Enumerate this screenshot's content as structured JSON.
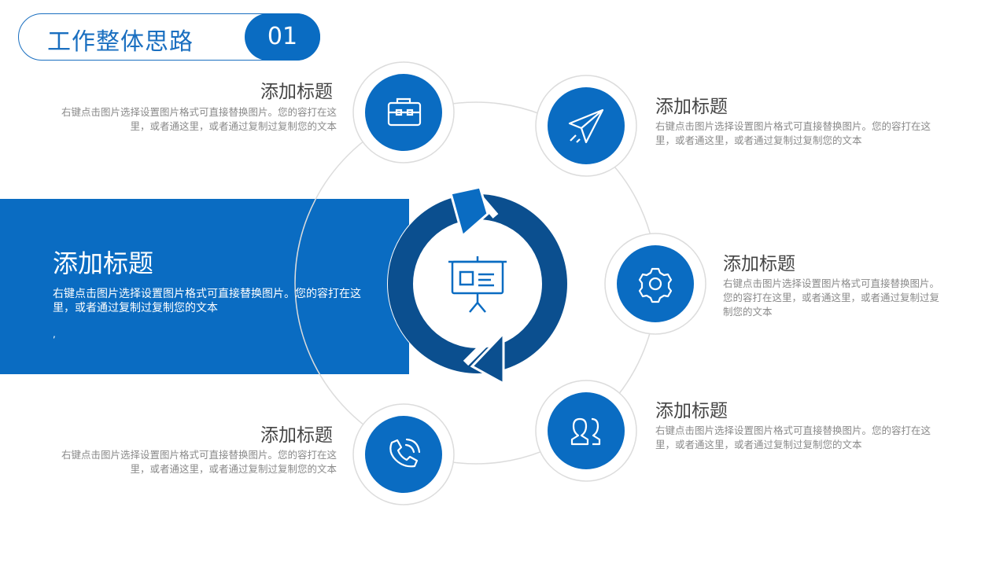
{
  "header": {
    "title": "工作整体思路",
    "number": "01"
  },
  "center": {
    "title": "添加标题",
    "text": "右键点击图片选择设置图片格式可直接替换图片。您的容打在这里，或者通过复制过复制您的文本",
    "mark": ","
  },
  "items": [
    {
      "title": "添加标题",
      "text": "右键点击图片选择设置图片格式可直接替换图片。您的容打在这里，或者通这里，或者通过复制过复制您的文本",
      "icon": "briefcase-icon"
    },
    {
      "title": "添加标题",
      "text": "右键点击图片选择设置图片格式可直接替换图片。您的容打在这里，或者通这里，或者通过复制过复制您的文本",
      "icon": "paper-plane-icon"
    },
    {
      "title": "添加标题",
      "text": "右键点击图片选择设置图片格式可直接替换图片。您的容打在这里，或者通这里，或者通过复制过复制您的文本",
      "icon": "gear-icon"
    },
    {
      "title": "添加标题",
      "text": "右键点击图片选择设置图片格式可直接替换图片。您的容打在这里，或者通这里，或者通过复制过复制您的文本",
      "icon": "users-icon"
    },
    {
      "title": "添加标题",
      "text": "右键点击图片选择设置图片格式可直接替换图片。您的容打在这里，或者通这里，或者通过复制过复制您的文本",
      "icon": "phone-icon"
    }
  ],
  "colors": {
    "primary": "#0a6cc2",
    "dark": "#0b4f8f",
    "ring": "#dcdcdc",
    "text": "#444444",
    "muted": "#8a8a8a"
  }
}
